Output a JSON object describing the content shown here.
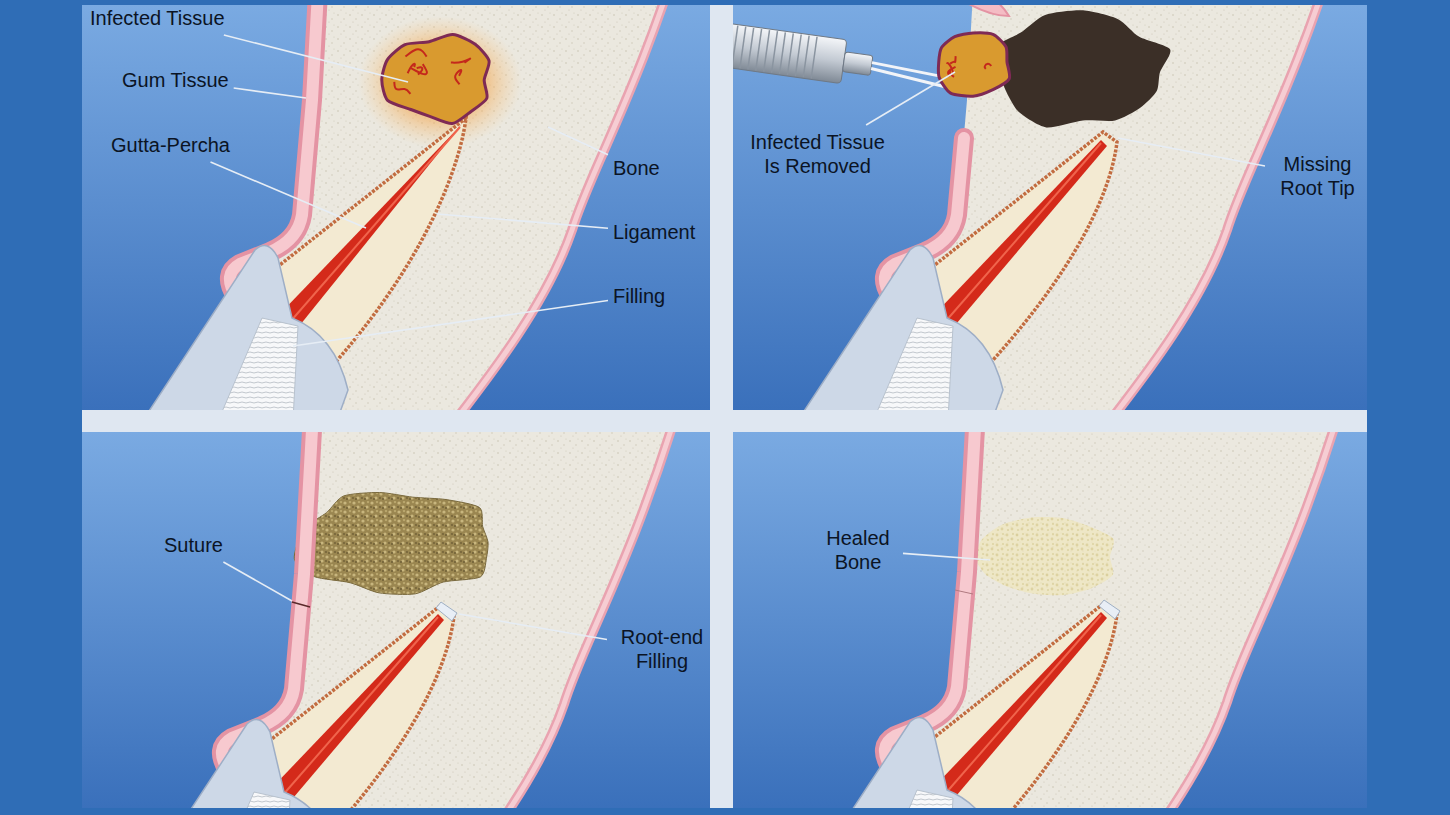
{
  "diagram": {
    "labels": [
      "Infected Tissue",
      "Gum Tissue",
      "Gutta-Percha",
      "Bone",
      "Ligament",
      "Filling",
      "Infected Tissue Is Removed",
      "Missing Root Tip",
      "Suture",
      "Root-end Filling",
      "Healed Bone"
    ]
  }
}
